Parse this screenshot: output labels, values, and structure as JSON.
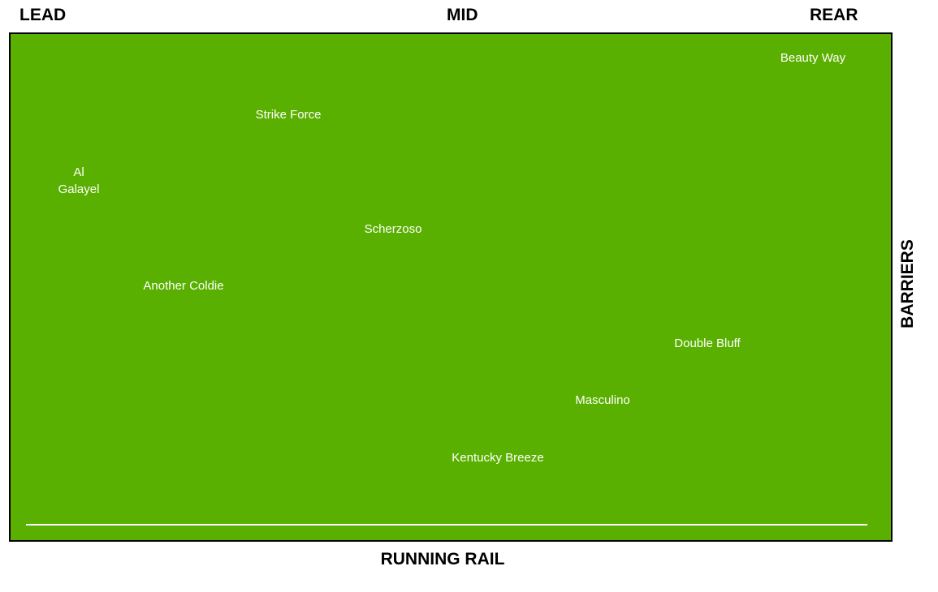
{
  "header": {
    "lead": "LEAD",
    "mid": "MID",
    "rear": "REAR"
  },
  "footer": {
    "running_rail": "RUNNING RAIL"
  },
  "side": {
    "barriers": "BARRIERS"
  },
  "colors": {
    "track": "#5ab000",
    "rail": "#ffffff",
    "horse_text": "#ffffff",
    "border": "#000000"
  },
  "horses": [
    {
      "lines": [
        "Beauty Way"
      ]
    },
    {
      "lines": [
        "Strike Force"
      ]
    },
    {
      "lines": [
        "Al",
        "Galayel"
      ]
    },
    {
      "lines": [
        "Scherzoso"
      ]
    },
    {
      "lines": [
        "Another Coldie"
      ]
    },
    {
      "lines": [
        "Double Bluff"
      ]
    },
    {
      "lines": [
        "Masculino"
      ]
    },
    {
      "lines": [
        "Kentucky Breeze"
      ]
    }
  ]
}
